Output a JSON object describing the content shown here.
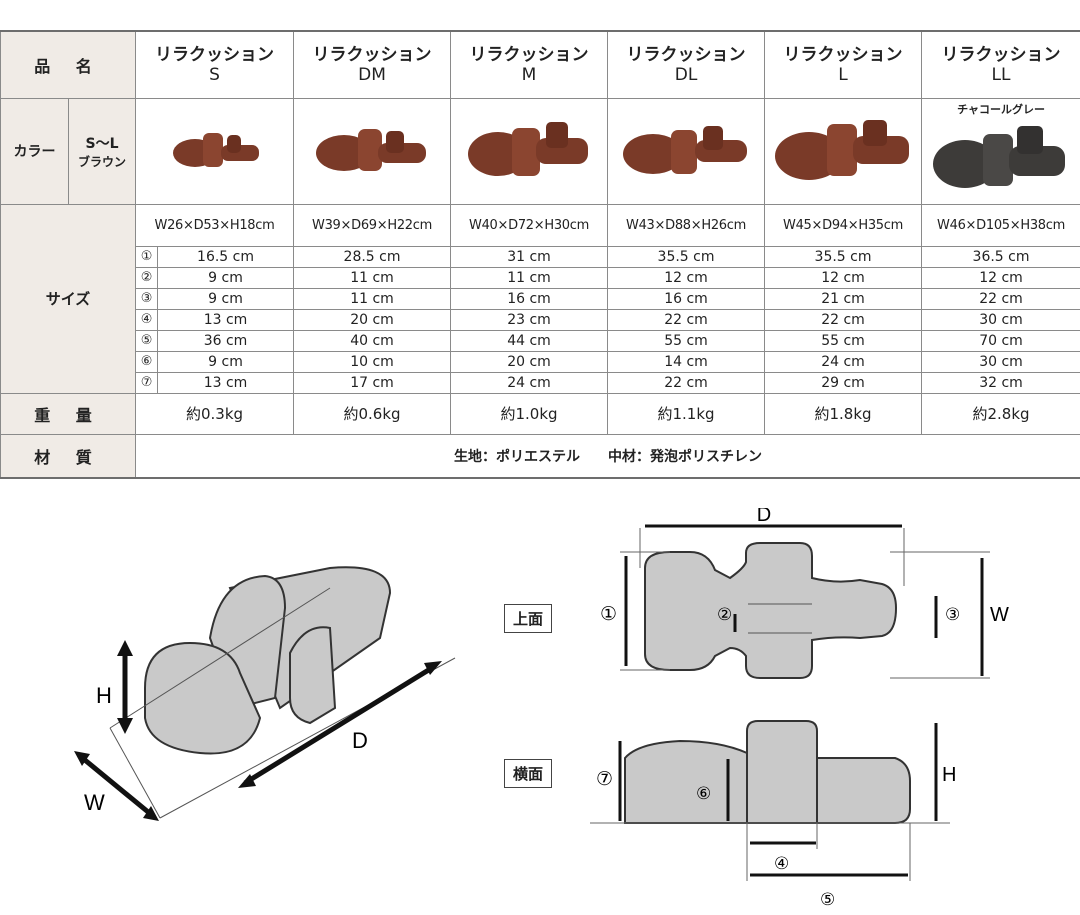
{
  "table": {
    "row_labels": {
      "name": "品 名",
      "color": "カラー",
      "size": "サイズ",
      "weight": "重 量",
      "material": "材 質"
    },
    "color_range": "S～L",
    "color_name": "ブラウン",
    "products": [
      {
        "name": "リラクッション",
        "size": "S",
        "dims": "W26×D53×H18cm",
        "weight": "約0.3kg"
      },
      {
        "name": "リラクッション",
        "size": "DM",
        "dims": "W39×D69×H22cm",
        "weight": "約0.6kg"
      },
      {
        "name": "リラクッション",
        "size": "M",
        "dims": "W40×D72×H30cm",
        "weight": "約1.0kg"
      },
      {
        "name": "リラクッション",
        "size": "DL",
        "dims": "W43×D88×H26cm",
        "weight": "約1.1kg"
      },
      {
        "name": "リラクッション",
        "size": "L",
        "dims": "W45×D94×H35cm",
        "weight": "約1.8kg"
      },
      {
        "name": "リラクッション",
        "size": "LL",
        "dims": "W46×D105×H38cm",
        "weight": "約2.8kg"
      }
    ],
    "ll_color": "チャコールグレー",
    "measure_marks": [
      "①",
      "②",
      "③",
      "④",
      "⑤",
      "⑥",
      "⑦"
    ],
    "measurements": [
      [
        "16.5 cm",
        "28.5 cm",
        "31 cm",
        "35.5 cm",
        "35.5 cm",
        "36.5 cm"
      ],
      [
        "9 cm",
        "11 cm",
        "11 cm",
        "12 cm",
        "12 cm",
        "12 cm"
      ],
      [
        "9 cm",
        "11 cm",
        "16 cm",
        "16 cm",
        "21 cm",
        "22 cm"
      ],
      [
        "13 cm",
        "20 cm",
        "23 cm",
        "22 cm",
        "22 cm",
        "30 cm"
      ],
      [
        "36 cm",
        "40 cm",
        "44 cm",
        "55 cm",
        "55 cm",
        "70 cm"
      ],
      [
        "9 cm",
        "10 cm",
        "20 cm",
        "14 cm",
        "24 cm",
        "30 cm"
      ],
      [
        "13 cm",
        "17 cm",
        "24 cm",
        "22 cm",
        "29 cm",
        "32 cm"
      ]
    ],
    "material_text": "生地：ポリエステル　　中材：発泡ポリスチレン",
    "colors": {
      "brown": "#7a3a28",
      "charcoal": "#3d3b39",
      "header_bg": "#f0ebe6",
      "diagram_gray": "#c9c9c9"
    }
  },
  "diagram": {
    "iso_labels": {
      "h": "H",
      "d": "D",
      "w": "W"
    },
    "top_view_label": "上面",
    "side_view_label": "横面",
    "top_labels": {
      "d": "D",
      "w": "W",
      "m1": "①",
      "m2": "②",
      "m3": "③"
    },
    "side_labels": {
      "h": "H",
      "m4": "④",
      "m5": "⑤",
      "m6": "⑥",
      "m7": "⑦"
    }
  }
}
